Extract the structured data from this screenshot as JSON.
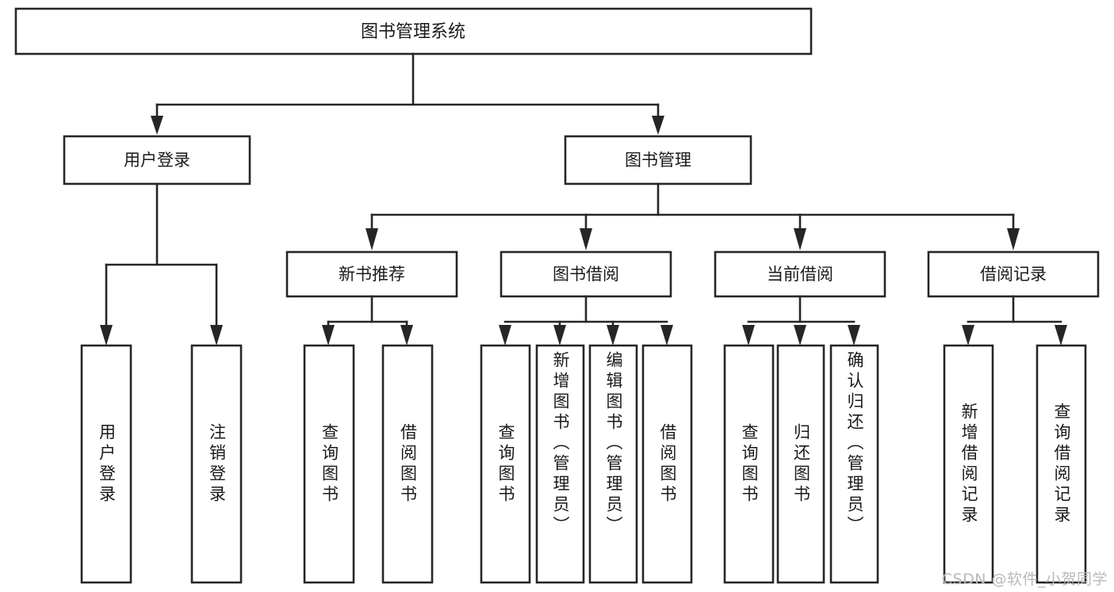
{
  "diagram": {
    "type": "tree",
    "title": "图书管理系统",
    "orientation": "top-down",
    "background_color": "#ffffff",
    "box_stroke_color": "#262626",
    "box_fill_color": "#ffffff",
    "text_color": "#1a1a1a",
    "root": {
      "id": "root",
      "label": "图书管理系统"
    },
    "level2": [
      {
        "id": "user-login",
        "label": "用户登录"
      },
      {
        "id": "book-manage",
        "label": "图书管理"
      }
    ],
    "level3": [
      {
        "id": "new-book-recommend",
        "label": "新书推荐",
        "parent": "book-manage"
      },
      {
        "id": "book-borrow",
        "label": "图书借阅",
        "parent": "book-manage"
      },
      {
        "id": "current-borrow",
        "label": "当前借阅",
        "parent": "book-manage"
      },
      {
        "id": "borrow-record",
        "label": "借阅记录",
        "parent": "book-manage"
      }
    ],
    "leaves": {
      "user-login": [
        {
          "id": "leaf-user-login",
          "label": "用户登录"
        },
        {
          "id": "leaf-user-logout",
          "label": "注销登录"
        }
      ],
      "new-book-recommend": [
        {
          "id": "leaf-query-book-1",
          "label": "查询图书"
        },
        {
          "id": "leaf-borrow-book-1",
          "label": "借阅图书"
        }
      ],
      "book-borrow": [
        {
          "id": "leaf-query-book-2",
          "label": "查询图书"
        },
        {
          "id": "leaf-add-book-admin",
          "label": "新增图书（管理员）"
        },
        {
          "id": "leaf-edit-book-admin",
          "label": "编辑图书（管理员）"
        },
        {
          "id": "leaf-borrow-book-2",
          "label": "借阅图书"
        }
      ],
      "current-borrow": [
        {
          "id": "leaf-query-book-3",
          "label": "查询图书"
        },
        {
          "id": "leaf-return-book",
          "label": "归还图书"
        },
        {
          "id": "leaf-confirm-return-admin",
          "label": "确认归还（管理员）"
        }
      ],
      "borrow-record": [
        {
          "id": "leaf-add-borrow-record",
          "label": "新增借阅记录"
        },
        {
          "id": "leaf-query-borrow-record",
          "label": "查询借阅记录"
        }
      ]
    }
  },
  "watermark": {
    "text": "CSDN @软件_小贺同学"
  }
}
